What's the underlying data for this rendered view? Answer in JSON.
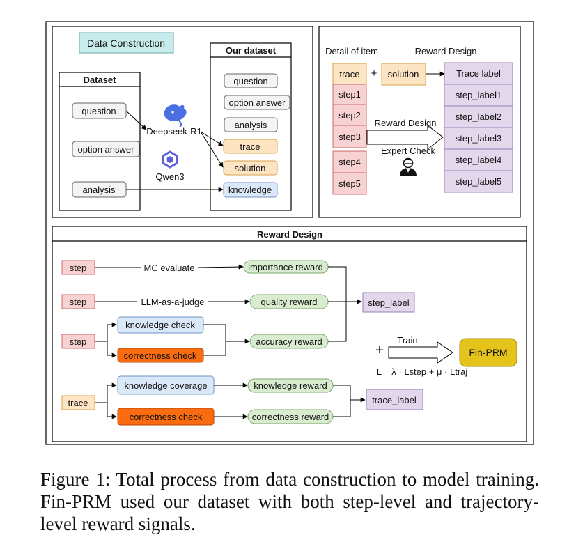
{
  "top_left": {
    "header": "Data Construction",
    "dataset": {
      "title": "Dataset",
      "items": [
        "question",
        "option answer",
        "analysis"
      ]
    },
    "models": [
      "Deepseek-R1",
      "Qwen3"
    ],
    "our_dataset": {
      "title": "Our dataset",
      "items": [
        "question",
        "option answer",
        "analysis",
        "trace",
        "solution",
        "knowledge"
      ]
    }
  },
  "top_right": {
    "detail_label": "Detail of item",
    "reward_design_label": "Reward Design",
    "plus": "+",
    "left_items": [
      "trace",
      "step1",
      "step2",
      "step3",
      "step4",
      "step5"
    ],
    "solution": "solution",
    "right_items": [
      "Trace label",
      "step_label1",
      "step_label2",
      "step_label3",
      "step_label4",
      "step_label5"
    ],
    "arrow_reward": "Reward Design",
    "arrow_expert": "Expert Check"
  },
  "bottom": {
    "title": "Reward Design",
    "step_label": "step",
    "trace_label": "trace",
    "mc_evaluate": "MC evaluate",
    "llm_judge": "LLM-as-a-judge",
    "importance_reward": "importance reward",
    "quality_reward": "quality reward",
    "knowledge_check": "knowledge check",
    "correctness_check": "correctness check",
    "accuracy_reward": "accuracy reward",
    "knowledge_coverage": "knowledge coverage",
    "knowledge_reward": "knowledge reward",
    "correctness_reward": "correctness reward",
    "step_label_out": "step_label",
    "trace_label_out": "trace_label",
    "plus": "+",
    "train": "Train",
    "fin_prm": "Fin-PRM",
    "loss": "L = λ · Lstep + μ · Ltraj"
  },
  "caption": "Figure 1: Total process from data construction to model training. Fin-PRM used our dataset with both step-level and trajectory-level reward signals.",
  "colors": {
    "cyan": "#c8ecec",
    "orange_light": "#fde5c4",
    "red_light": "#f8d2d2",
    "purple_light": "#e3d7ec",
    "green_light": "#d9ecd0",
    "blue_light": "#dbe8f8",
    "orange_dark": "#fb6c11",
    "gold": "#e4c31a",
    "gray_fill": "#f4f4f4",
    "whale": "#4a6fe3",
    "qwen": "#5b5fdc"
  }
}
